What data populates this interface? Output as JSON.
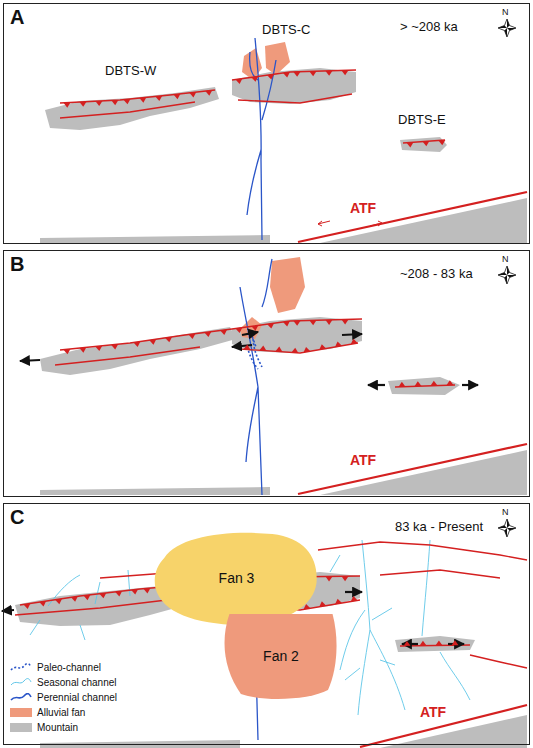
{
  "diagram": {
    "nodes": [
      {
        "text": [
          "A"
        ]
      },
      {
        "text": [
          "B"
        ]
      },
      {
        "text": [
          "C"
        ]
      },
      {
        "text": [
          "Fan 3"
        ],
        "in": 2
      },
      {
        "text": [
          "Fan 2"
        ],
        "in": 2
      }
    ],
    "labels": [
      "> ~208 ka",
      "N",
      "DBTS-W",
      "DBTS-C",
      "DBTS-E",
      "ATF",
      "~208 - 83 ka",
      "N",
      "ATF",
      "83 ka - Present",
      "N",
      "ATF"
    ],
    "legend": [
      {
        "text": "Paleo-channel"
      },
      {
        "text": "Seasonal channel"
      },
      {
        "text": "Perennial channel"
      },
      {
        "text": "Alluvial fan",
        "color": "#ef9a7c"
      },
      {
        "text": "Mountain",
        "color": "#bdbdbd"
      }
    ]
  }
}
